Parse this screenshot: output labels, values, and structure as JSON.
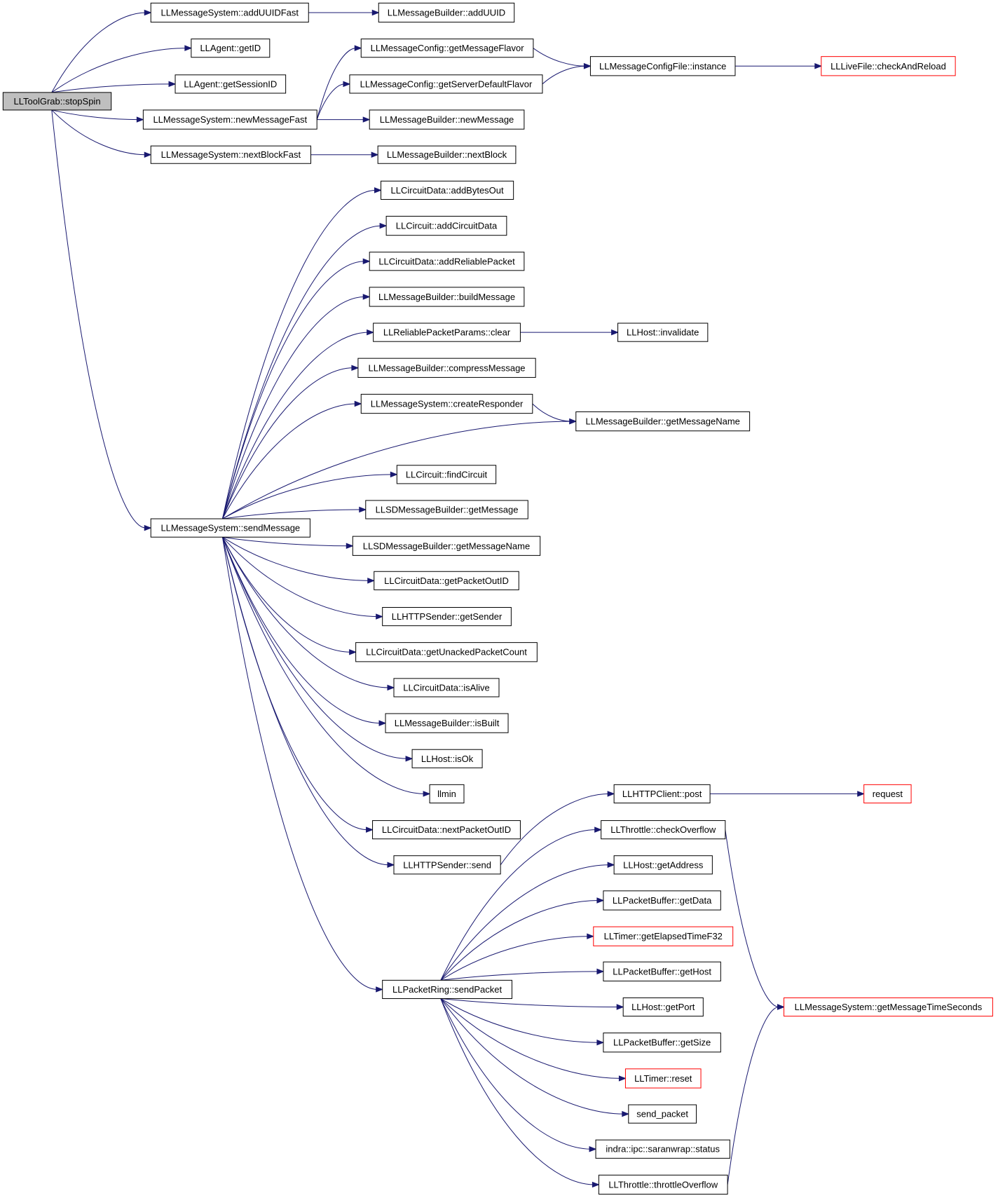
{
  "diagram": {
    "type": "call-graph",
    "colors": {
      "edge": "#191970",
      "node_border": "#000000",
      "truncated_border": "#ff0000",
      "root_fill": "#bfbfbf"
    },
    "nodes": [
      {
        "id": "stopSpin",
        "label": "LLToolGrab::stopSpin",
        "root": true
      },
      {
        "id": "addUUIDFast",
        "label": "LLMessageSystem::addUUIDFast"
      },
      {
        "id": "addUUID",
        "label": "LLMessageBuilder::addUUID"
      },
      {
        "id": "getID",
        "label": "LLAgent::getID"
      },
      {
        "id": "getSessionID",
        "label": "LLAgent::getSessionID"
      },
      {
        "id": "getMessageFlavor",
        "label": "LLMessageConfig::getMessageFlavor"
      },
      {
        "id": "getServerDefaultFlavor",
        "label": "LLMessageConfig::getServerDefaultFlavor"
      },
      {
        "id": "configInstance",
        "label": "LLMessageConfigFile::instance"
      },
      {
        "id": "checkAndReload",
        "label": "LLLiveFile::checkAndReload",
        "truncated": true
      },
      {
        "id": "newMessageFast",
        "label": "LLMessageSystem::newMessageFast"
      },
      {
        "id": "newMessage",
        "label": "LLMessageBuilder::newMessage"
      },
      {
        "id": "nextBlockFast",
        "label": "LLMessageSystem::nextBlockFast"
      },
      {
        "id": "nextBlock",
        "label": "LLMessageBuilder::nextBlock"
      },
      {
        "id": "addBytesOut",
        "label": "LLCircuitData::addBytesOut"
      },
      {
        "id": "addCircuitData",
        "label": "LLCircuit::addCircuitData"
      },
      {
        "id": "addReliablePacket",
        "label": "LLCircuitData::addReliablePacket"
      },
      {
        "id": "buildMessage",
        "label": "LLMessageBuilder::buildMessage"
      },
      {
        "id": "rppClear",
        "label": "LLReliablePacketParams::clear"
      },
      {
        "id": "invalidate",
        "label": "LLHost::invalidate"
      },
      {
        "id": "compressMessage",
        "label": "LLMessageBuilder::compressMessage"
      },
      {
        "id": "createResponder",
        "label": "LLMessageSystem::createResponder"
      },
      {
        "id": "mbGetMessageName",
        "label": "LLMessageBuilder::getMessageName"
      },
      {
        "id": "findCircuit",
        "label": "LLCircuit::findCircuit"
      },
      {
        "id": "sdGetMessage",
        "label": "LLSDMessageBuilder::getMessage"
      },
      {
        "id": "sdGetMessageName",
        "label": "LLSDMessageBuilder::getMessageName"
      },
      {
        "id": "sendMessage",
        "label": "LLMessageSystem::sendMessage"
      },
      {
        "id": "getPacketOutID",
        "label": "LLCircuitData::getPacketOutID"
      },
      {
        "id": "getSender",
        "label": "LLHTTPSender::getSender"
      },
      {
        "id": "getUnackedPacketCount",
        "label": "LLCircuitData::getUnackedPacketCount"
      },
      {
        "id": "isAlive",
        "label": "LLCircuitData::isAlive"
      },
      {
        "id": "isBuilt",
        "label": "LLMessageBuilder::isBuilt"
      },
      {
        "id": "isOk",
        "label": "LLHost::isOk"
      },
      {
        "id": "llmin",
        "label": "llmin"
      },
      {
        "id": "httpPost",
        "label": "LLHTTPClient::post"
      },
      {
        "id": "request",
        "label": "request",
        "truncated": true
      },
      {
        "id": "nextPacketOutID",
        "label": "LLCircuitData::nextPacketOutID"
      },
      {
        "id": "checkOverflow",
        "label": "LLThrottle::checkOverflow"
      },
      {
        "id": "httpSend",
        "label": "LLHTTPSender::send"
      },
      {
        "id": "getAddress",
        "label": "LLHost::getAddress"
      },
      {
        "id": "getData",
        "label": "LLPacketBuffer::getData"
      },
      {
        "id": "getElapsedTimeF32",
        "label": "LLTimer::getElapsedTimeF32",
        "truncated": true
      },
      {
        "id": "getHost",
        "label": "LLPacketBuffer::getHost"
      },
      {
        "id": "sendPacket",
        "label": "LLPacketRing::sendPacket"
      },
      {
        "id": "getPort",
        "label": "LLHost::getPort"
      },
      {
        "id": "getMessageTimeSeconds",
        "label": "LLMessageSystem::getMessageTimeSeconds",
        "truncated": true
      },
      {
        "id": "getSize",
        "label": "LLPacketBuffer::getSize"
      },
      {
        "id": "timerReset",
        "label": "LLTimer::reset",
        "truncated": true
      },
      {
        "id": "send_packet",
        "label": "send_packet"
      },
      {
        "id": "saranwrapStatus",
        "label": "indra::ipc::saranwrap::status"
      },
      {
        "id": "throttleOverflow",
        "label": "LLThrottle::throttleOverflow"
      }
    ],
    "edges": [
      [
        "stopSpin",
        "addUUIDFast"
      ],
      [
        "stopSpin",
        "getID"
      ],
      [
        "stopSpin",
        "getSessionID"
      ],
      [
        "stopSpin",
        "newMessageFast"
      ],
      [
        "stopSpin",
        "nextBlockFast"
      ],
      [
        "stopSpin",
        "sendMessage"
      ],
      [
        "addUUIDFast",
        "addUUID"
      ],
      [
        "newMessageFast",
        "getMessageFlavor"
      ],
      [
        "newMessageFast",
        "getServerDefaultFlavor"
      ],
      [
        "newMessageFast",
        "newMessage"
      ],
      [
        "getMessageFlavor",
        "configInstance"
      ],
      [
        "getServerDefaultFlavor",
        "configInstance"
      ],
      [
        "configInstance",
        "checkAndReload"
      ],
      [
        "nextBlockFast",
        "nextBlock"
      ],
      [
        "sendMessage",
        "addBytesOut"
      ],
      [
        "sendMessage",
        "addCircuitData"
      ],
      [
        "sendMessage",
        "addReliablePacket"
      ],
      [
        "sendMessage",
        "buildMessage"
      ],
      [
        "sendMessage",
        "rppClear"
      ],
      [
        "sendMessage",
        "compressMessage"
      ],
      [
        "sendMessage",
        "createResponder"
      ],
      [
        "sendMessage",
        "mbGetMessageName"
      ],
      [
        "sendMessage",
        "findCircuit"
      ],
      [
        "sendMessage",
        "sdGetMessage"
      ],
      [
        "sendMessage",
        "sdGetMessageName"
      ],
      [
        "sendMessage",
        "getPacketOutID"
      ],
      [
        "sendMessage",
        "getSender"
      ],
      [
        "sendMessage",
        "getUnackedPacketCount"
      ],
      [
        "sendMessage",
        "isAlive"
      ],
      [
        "sendMessage",
        "isBuilt"
      ],
      [
        "sendMessage",
        "isOk"
      ],
      [
        "sendMessage",
        "llmin"
      ],
      [
        "sendMessage",
        "nextPacketOutID"
      ],
      [
        "sendMessage",
        "httpSend"
      ],
      [
        "sendMessage",
        "sendPacket"
      ],
      [
        "rppClear",
        "invalidate"
      ],
      [
        "createResponder",
        "mbGetMessageName"
      ],
      [
        "httpSend",
        "httpPost"
      ],
      [
        "httpPost",
        "request"
      ],
      [
        "sendPacket",
        "checkOverflow"
      ],
      [
        "sendPacket",
        "getAddress"
      ],
      [
        "sendPacket",
        "getData"
      ],
      [
        "sendPacket",
        "getElapsedTimeF32"
      ],
      [
        "sendPacket",
        "getHost"
      ],
      [
        "sendPacket",
        "getPort"
      ],
      [
        "sendPacket",
        "getSize"
      ],
      [
        "sendPacket",
        "timerReset"
      ],
      [
        "sendPacket",
        "send_packet"
      ],
      [
        "sendPacket",
        "saranwrapStatus"
      ],
      [
        "sendPacket",
        "throttleOverflow"
      ],
      [
        "checkOverflow",
        "getMessageTimeSeconds"
      ],
      [
        "throttleOverflow",
        "getMessageTimeSeconds"
      ]
    ]
  }
}
